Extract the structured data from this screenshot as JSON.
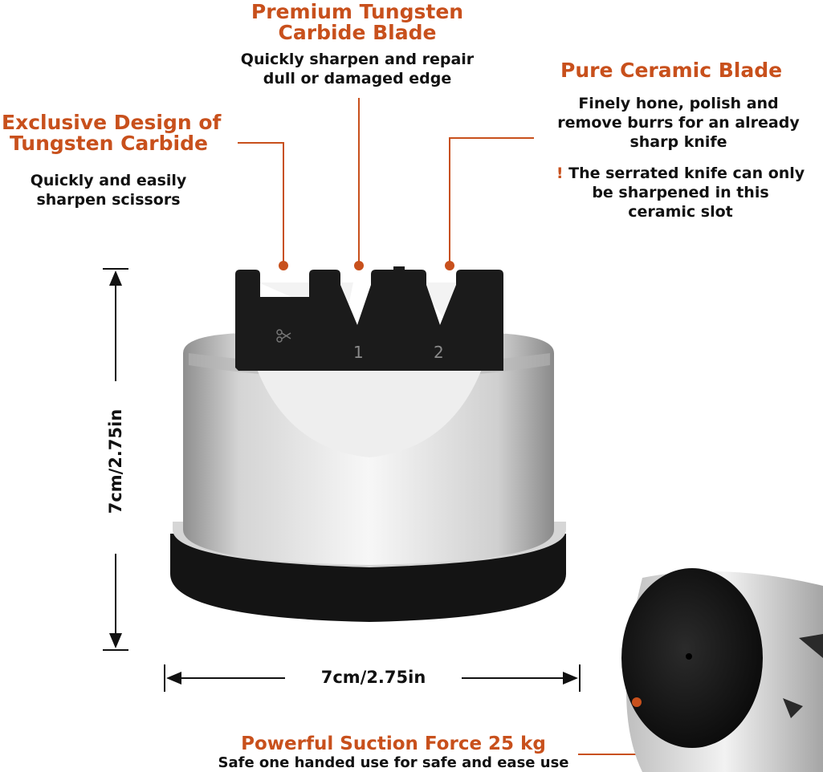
{
  "colors": {
    "accent": "#c8501c",
    "text": "#111111",
    "device_silver": "#d9d9d9",
    "device_black": "#1a1a1a"
  },
  "callouts": {
    "tungsten_blade": {
      "title_line1": "Premium Tungsten",
      "title_line2": "Carbide Blade",
      "desc_line1": "Quickly sharpen and repair",
      "desc_line2": "dull or damaged edge"
    },
    "ceramic_blade": {
      "title": "Pure Ceramic Blade",
      "desc_line1": "Finely hone, polish and",
      "desc_line2": "remove burrs for an already",
      "desc_line3": "sharp knife",
      "warning_mark": "!",
      "warning_line1": "The serrated knife can only",
      "warning_line2": "be sharpened in this",
      "warning_line3": "ceramic slot"
    },
    "exclusive_design": {
      "title_line1": "Exclusive Design of",
      "title_line2": "Tungsten Carbide",
      "desc_line1": "Quickly and easily",
      "desc_line2": "sharpen scissors"
    },
    "suction": {
      "title": "Powerful Suction Force 25 kg",
      "desc": "Safe one handed use for safe and ease use"
    }
  },
  "dimensions": {
    "height_label": "7cm/2.75in",
    "width_label": "7cm/2.75in"
  },
  "device": {
    "slot_label_1": "1",
    "slot_label_2": "2"
  },
  "icons": {
    "scissors": "scissors-icon"
  }
}
